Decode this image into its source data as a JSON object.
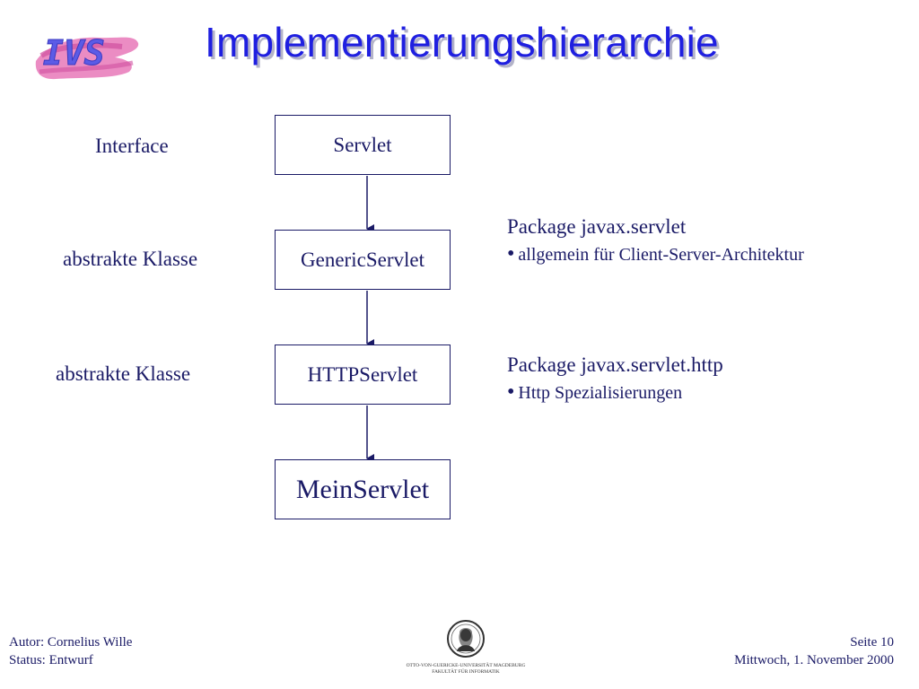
{
  "logo": {
    "text": "IVS",
    "colors": {
      "letters": "#5b5be6",
      "brush": "#e060a0"
    }
  },
  "title": "Implementierungshierarchie",
  "hierarchy": {
    "boxes": [
      "Servlet",
      "GenericServlet",
      "HTTPServlet",
      "MeinServlet"
    ],
    "side_labels": [
      "Interface",
      "abstrakte Klasse",
      "abstrakte Klasse"
    ]
  },
  "packages": [
    {
      "title": "Package javax.servlet",
      "bullet": "allgemein für Client-Server-Architektur"
    },
    {
      "title": "Package javax.servlet.http",
      "bullet": "Http Spezialisierungen"
    }
  ],
  "footer": {
    "author": "Autor: Cornelius Wille",
    "status": "Status: Entwurf",
    "page": "Seite 10",
    "date": "Mittwoch, 1. November 2000",
    "university": "OTTO-VON-GUERICKE-UNIVERSITÄT MAGDEBURG",
    "faculty": "FAKULTÄT FÜR INFORMATIK"
  },
  "colors": {
    "title": "#1f1fe0",
    "text": "#1a1a66",
    "title_shadow": "#b3b3c8"
  }
}
